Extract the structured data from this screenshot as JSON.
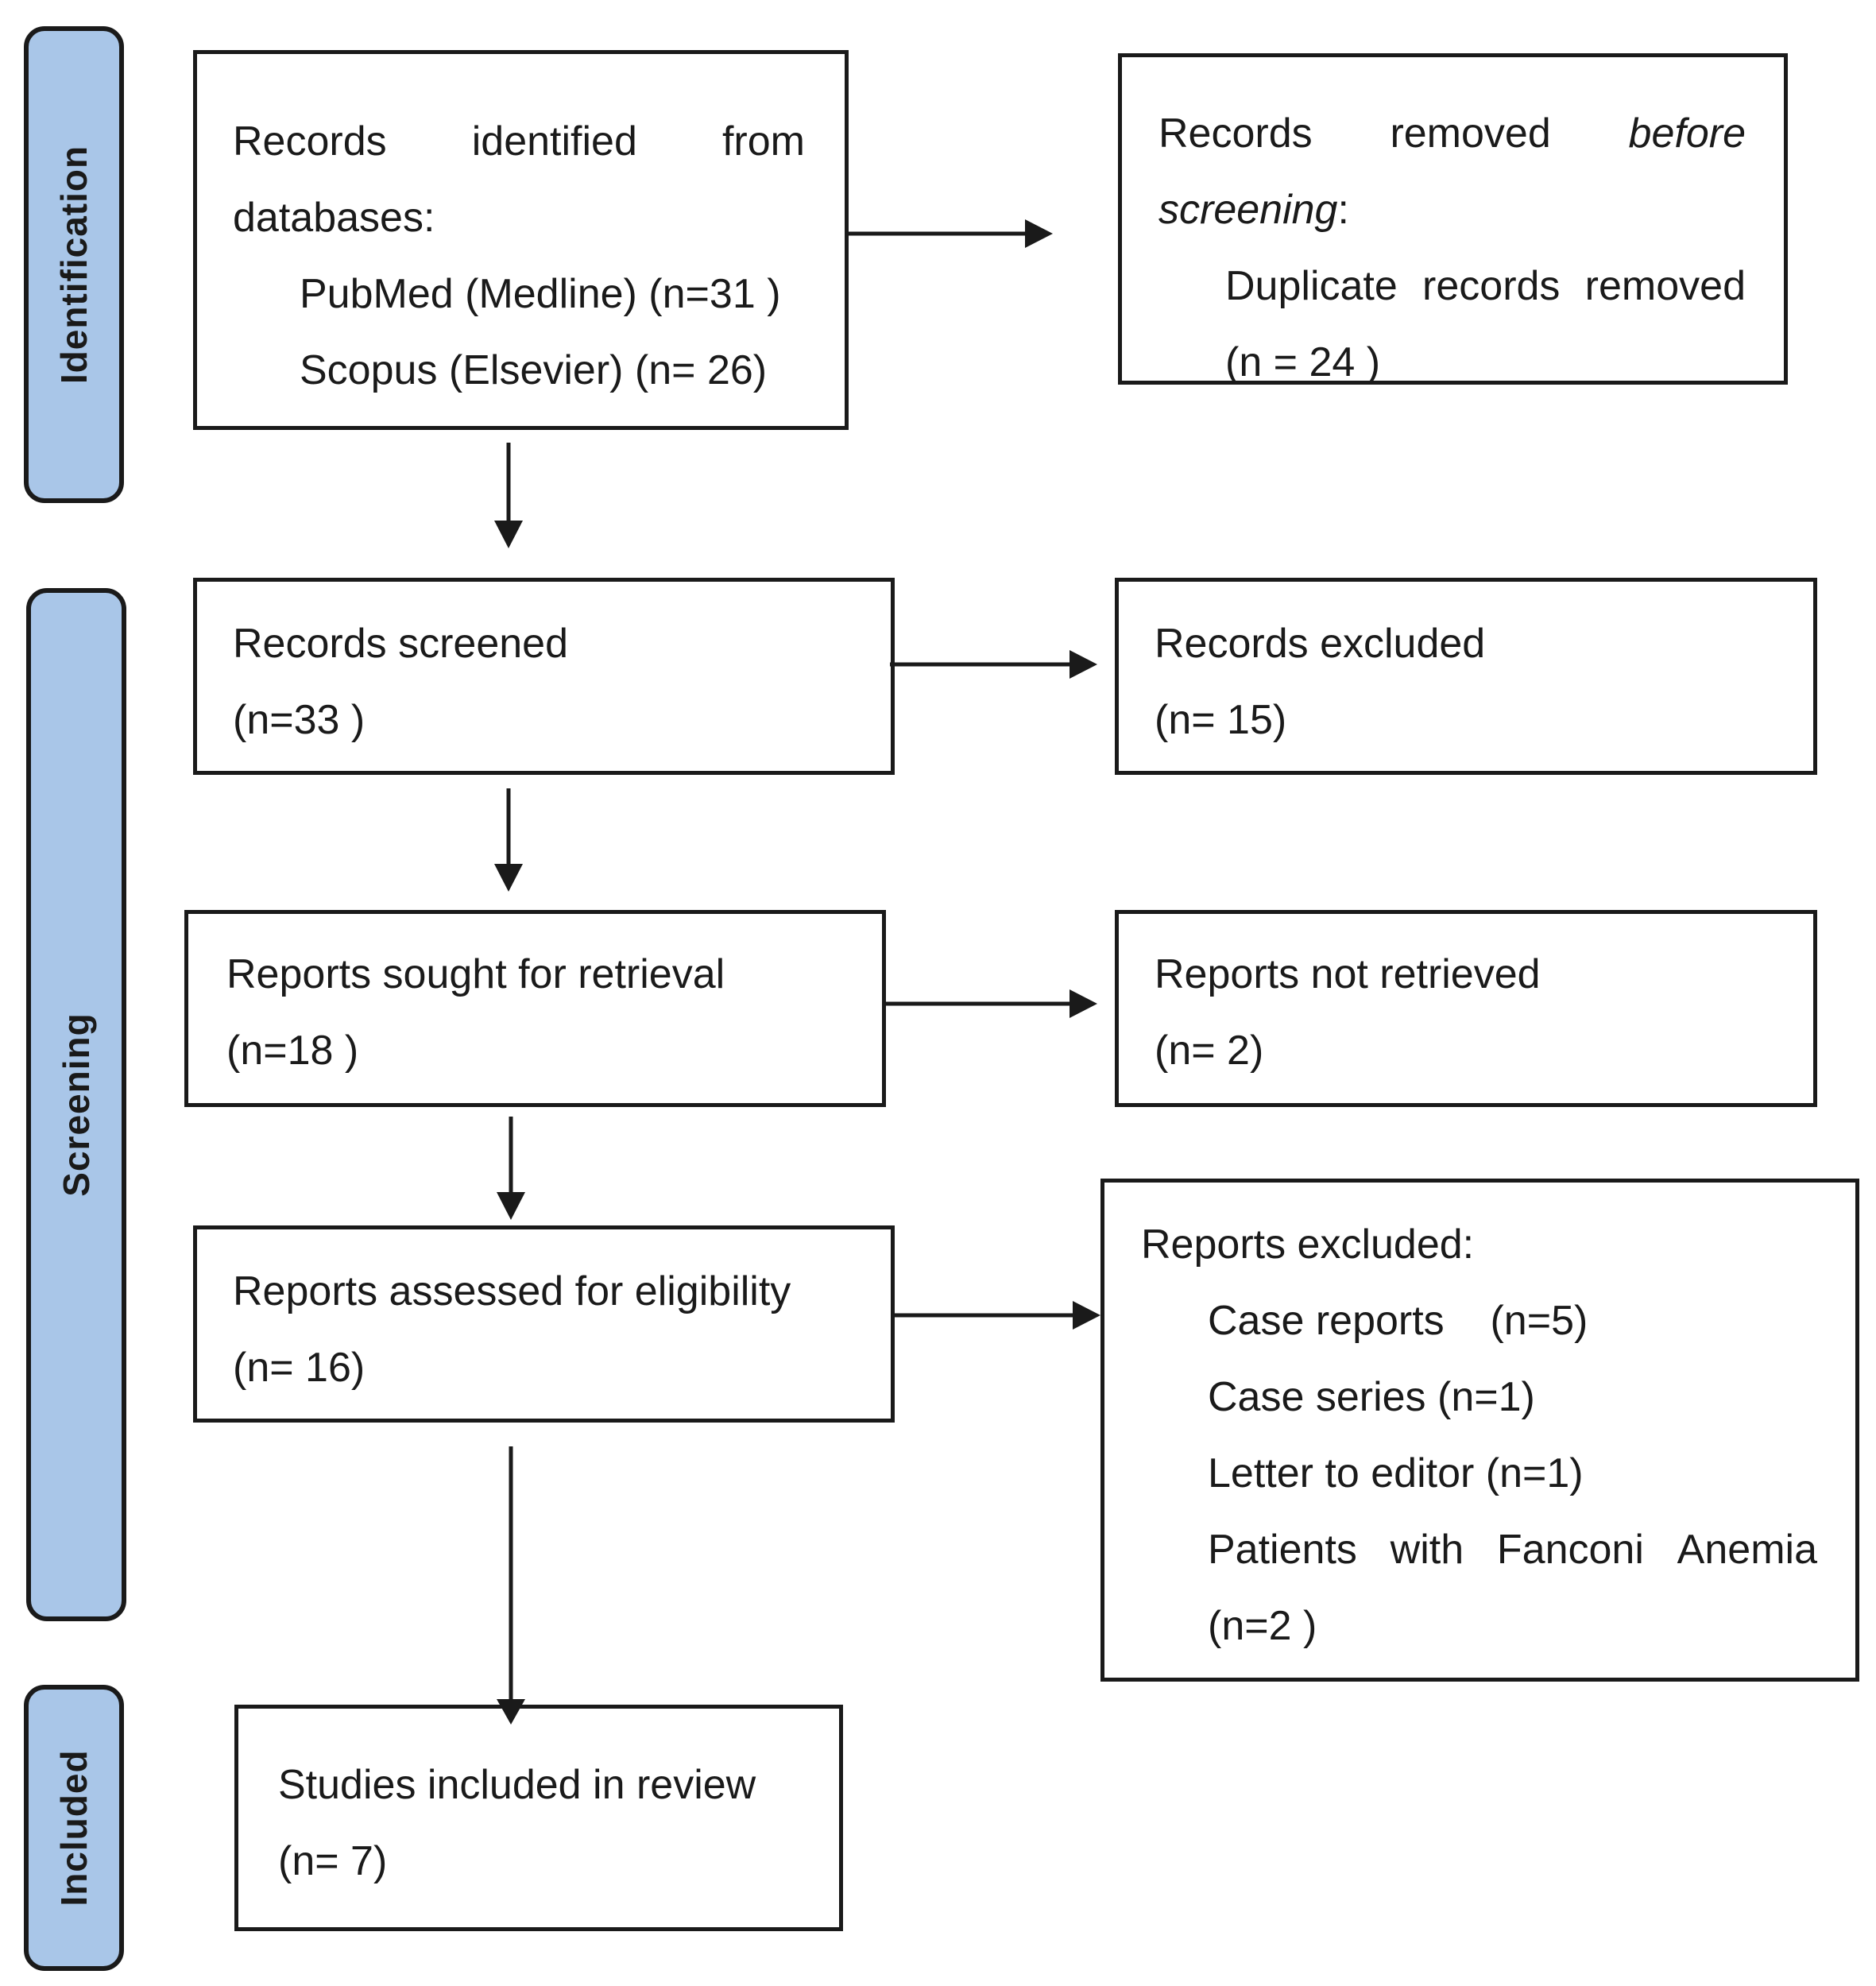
{
  "phases": {
    "identification": "Identification",
    "screening": "Screening",
    "included": "Included"
  },
  "boxes": {
    "identified": {
      "line1_words": [
        "Records",
        "identified",
        "from"
      ],
      "line2": "databases:",
      "pubmed": "PubMed (Medline) (n=31 )",
      "scopus": "Scopus (Elsevier) (n= 26)"
    },
    "removed": {
      "line1_words": [
        "Records",
        "removed",
        "before"
      ],
      "screening_word": "screening",
      "screening_colon": ":",
      "duplicate_words": [
        "Duplicate",
        "records",
        "removed"
      ],
      "count": "(n = 24 )"
    },
    "screened": {
      "title": "Records screened",
      "count": "(n=33 )"
    },
    "excluded": {
      "title": "Records excluded",
      "count": "(n= 15)"
    },
    "sought": {
      "title": "Reports sought for retrieval",
      "count": "(n=18 )"
    },
    "not_retrieved": {
      "title": "Reports not retrieved",
      "count": "(n= 2)"
    },
    "assessed": {
      "title": "Reports assessed for eligibility",
      "count": "(n= 16)"
    },
    "reports_excluded": {
      "title": "Reports excluded:",
      "case_reports": "Case reports    (n=5)",
      "case_series": "Case series (n=1)",
      "letter": "Letter to editor (n=1)",
      "fanconi_words": [
        "Patients",
        "with",
        "Fanconi",
        "Anemia"
      ],
      "fanconi_count": "(n=2 )"
    },
    "included": {
      "title": "Studies included in review",
      "count": "(n= 7)"
    }
  }
}
